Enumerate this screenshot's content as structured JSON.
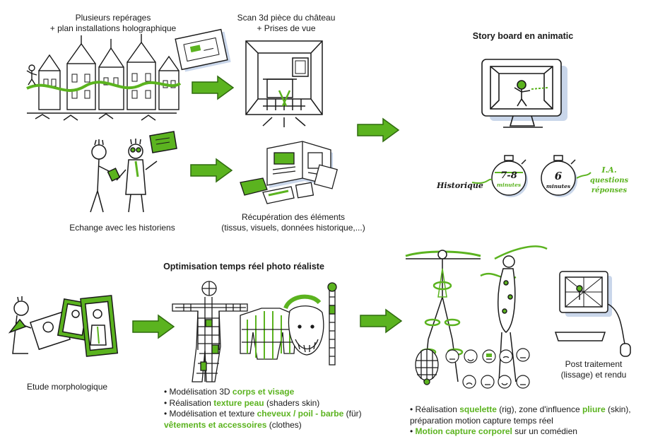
{
  "colors": {
    "accent": "#5bb31f",
    "ink": "#1a1a1a",
    "shadow": "#c9d6ea"
  },
  "steps": {
    "reperages": {
      "line1": "Plusieurs repérages",
      "line2": "+ plan installations holographique"
    },
    "scan": {
      "line1": "Scan 3d pièce du château",
      "line2": "+ Prises de vue"
    },
    "storyboard": {
      "title": "Story board en animatic"
    },
    "historiens": {
      "label": "Echange avec les historiens"
    },
    "recuperation": {
      "line1": "Récupération des éléments",
      "line2": "(tissus, visuels, données historique,...)"
    },
    "timers": {
      "historique": "Historique",
      "t1_value": "7-8",
      "t1_unit": "minutes",
      "t2_value": "6",
      "t2_unit": "minutes",
      "ia_line1": "I.A.",
      "ia_line2": "questions",
      "ia_line3": "réponses"
    },
    "etude": {
      "label": "Etude morphologique"
    },
    "optimisation": {
      "title": "Optimisation temps réel photo réaliste",
      "items": [
        {
          "pre": "• Modélisation 3D ",
          "hl": "corps et visage",
          "post": ""
        },
        {
          "pre": "• Réalisation ",
          "hl": "texture peau",
          "post": " (shaders skin)"
        },
        {
          "pre": "• Modélisation et texture ",
          "hl": "cheveux / poil - barbe",
          "post": " (für)"
        },
        {
          "pre": "",
          "hl": "vêtements et accessoires",
          "post": " (clothes)"
        }
      ]
    },
    "post": {
      "line1": "Post traitement",
      "line2": "(lissage) et rendu"
    },
    "motion": {
      "items": [
        {
          "pre": "• Réalisation ",
          "hl": "squelette",
          "mid": " (rig), zone d'influence ",
          "hl2": "pliure",
          "post": " (skin),"
        },
        {
          "pre": "préparation motion capture temps réel",
          "hl": "",
          "mid": "",
          "hl2": "",
          "post": ""
        },
        {
          "pre": "• ",
          "hl": "Motion capture corporel",
          "mid": " sur un comédien",
          "hl2": "",
          "post": ""
        }
      ]
    }
  }
}
